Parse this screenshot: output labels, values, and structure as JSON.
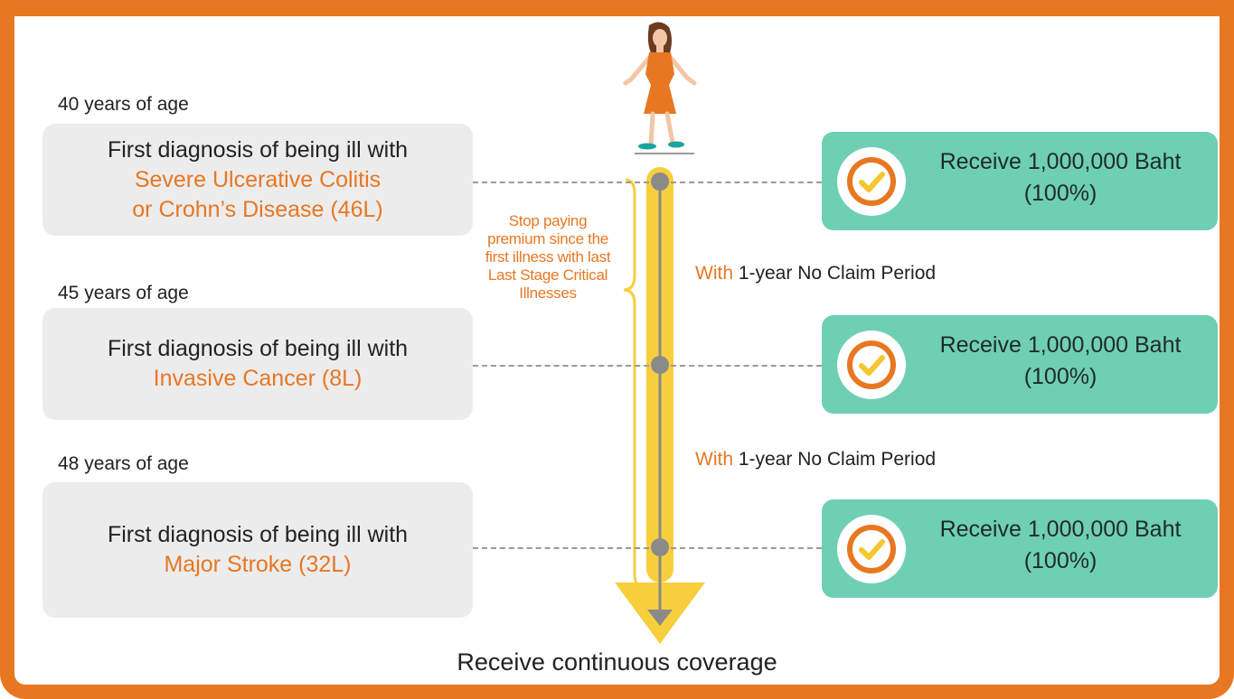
{
  "colors": {
    "frame_orange": "#e87722",
    "highlight_orange": "#e87722",
    "box_gray": "#ececed",
    "receive_green": "#6fcfb3",
    "arrow_yellow": "#f7cf3d",
    "node_gray": "#8a8a8a",
    "check_orange": "#e87722",
    "check_yellow": "#f7c62f"
  },
  "stages": [
    {
      "age": "40 years of age",
      "intro": "First diagnosis of being ill with",
      "disease": "Severe Ulcerative Colitis\nor Crohn’s Disease (46L)",
      "receive": "Receive 1,000,000 Baht\n(100%)"
    },
    {
      "age": "45 years of age",
      "intro": "First diagnosis of being ill with",
      "disease": "Invasive Cancer (8L)",
      "receive": "Receive 1,000,000 Baht\n(100%)"
    },
    {
      "age": "48 years of age",
      "intro": "First diagnosis of being ill with",
      "disease": "Major Stroke (32L)",
      "receive": "Receive 1,000,000 Baht\n(100%)"
    }
  ],
  "periods": [
    {
      "with": "With",
      "rest": " 1-year No Claim Period"
    },
    {
      "with": "With",
      "rest": " 1-year No Claim Period"
    }
  ],
  "stop_note": "Stop paying premium since the first illness with last Last Stage Critical Illnesses",
  "bottom_caption": "Receive continuous coverage",
  "icons": {
    "check": "check-circle-icon",
    "person": "woman-figure-icon",
    "arrow": "timeline-arrow-icon",
    "brace": "curly-brace-icon"
  }
}
